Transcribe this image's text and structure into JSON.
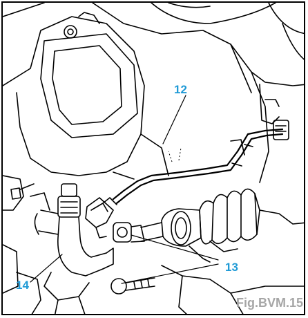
{
  "callouts": {
    "c12": "12",
    "c13": "13",
    "c14": "14"
  },
  "figure_label": "Fig.BVM.15",
  "colors": {
    "callout": "#1f9ad6",
    "figure_label": "#a6a6a6",
    "line": "#000000"
  }
}
